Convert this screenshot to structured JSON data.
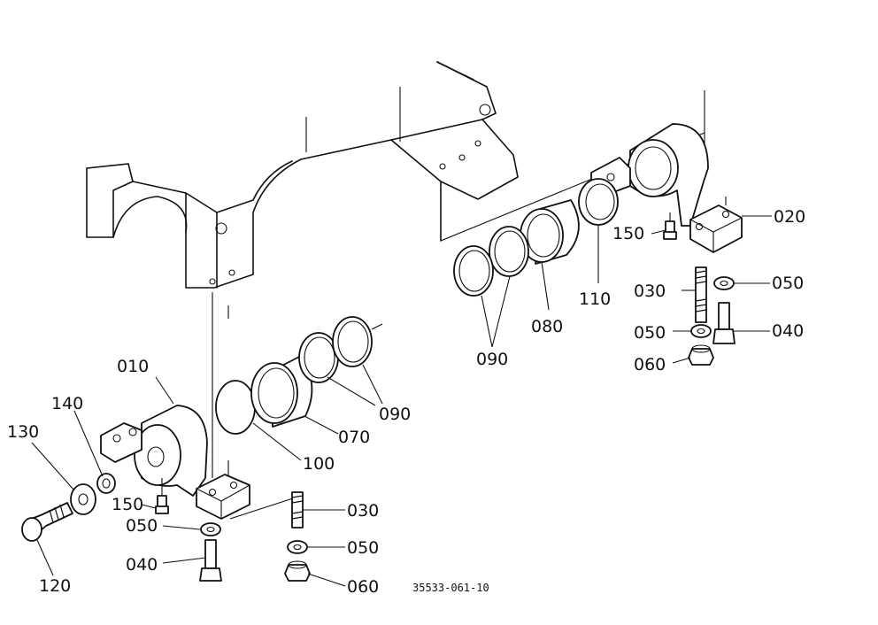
{
  "drawing_code": "35533-061-10",
  "labels": {
    "p010": "010",
    "p020": "020",
    "p030a": "030",
    "p030b": "030",
    "p040a": "040",
    "p040b": "040",
    "p050a": "050",
    "p050b": "050",
    "p050c": "050",
    "p050d": "050",
    "p060a": "060",
    "p060b": "060",
    "p070": "070",
    "p080": "080",
    "p090a": "090",
    "p090b": "090",
    "p100": "100",
    "p110": "110",
    "p120": "120",
    "p130": "130",
    "p140": "140",
    "p150a": "150",
    "p150b": "150"
  }
}
